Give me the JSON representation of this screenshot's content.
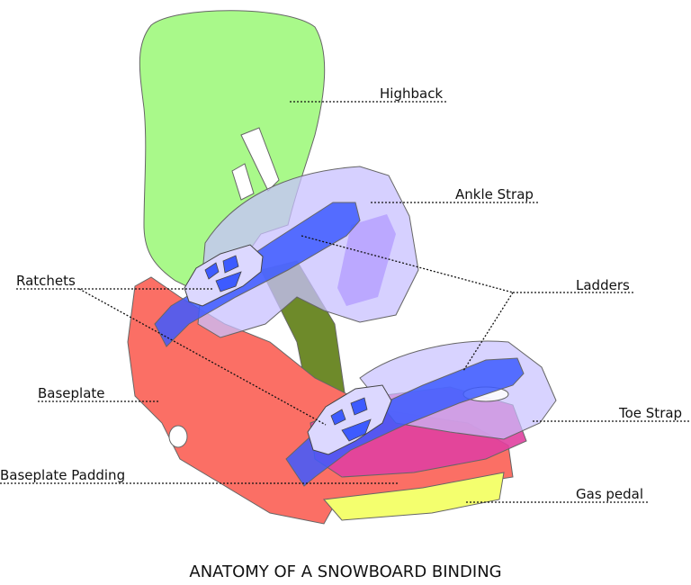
{
  "title": "ANATOMY OF A SNOWBOARD BINDING",
  "labels": {
    "highback": "Highback",
    "ankle_strap": "Ankle Strap",
    "ratchets": "Ratchets",
    "ladders": "Ladders",
    "baseplate": "Baseplate",
    "toe_strap": "Toe Strap",
    "baseplate_padding": "Baseplate Padding",
    "gas_pedal": "Gas pedal"
  },
  "colors": {
    "highback": "#a9f98a",
    "baseplate": "#fb6f65",
    "ladders": "#3d5bff",
    "straps": "#c8c0ff",
    "padding": "#e040a0",
    "gas_pedal": "#f4ff6e",
    "ratchet": "#dcd8ff"
  }
}
